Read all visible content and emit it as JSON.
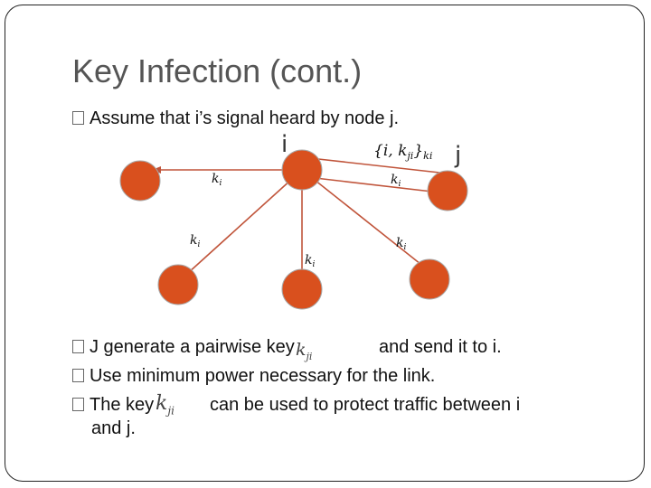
{
  "title": "Key Infection (cont.)",
  "bullets": [
    "Assume that i’s signal heard by node j.",
    "J generate a pairwise key",
    "and send it to i.",
    "Use minimum power necessary for the link.",
    "The key",
    "can be used to protect traffic between i",
    "and j."
  ],
  "diagram": {
    "node_i_label": "i",
    "node_j_label": "j",
    "message_label": "{i, k_ji}_ki",
    "edge_label": "k_i",
    "node_color": "#d9501e",
    "edge_color": "#c0543a"
  },
  "inline_math": {
    "pairwise_key": "k_ji",
    "the_key": "k_ji"
  }
}
